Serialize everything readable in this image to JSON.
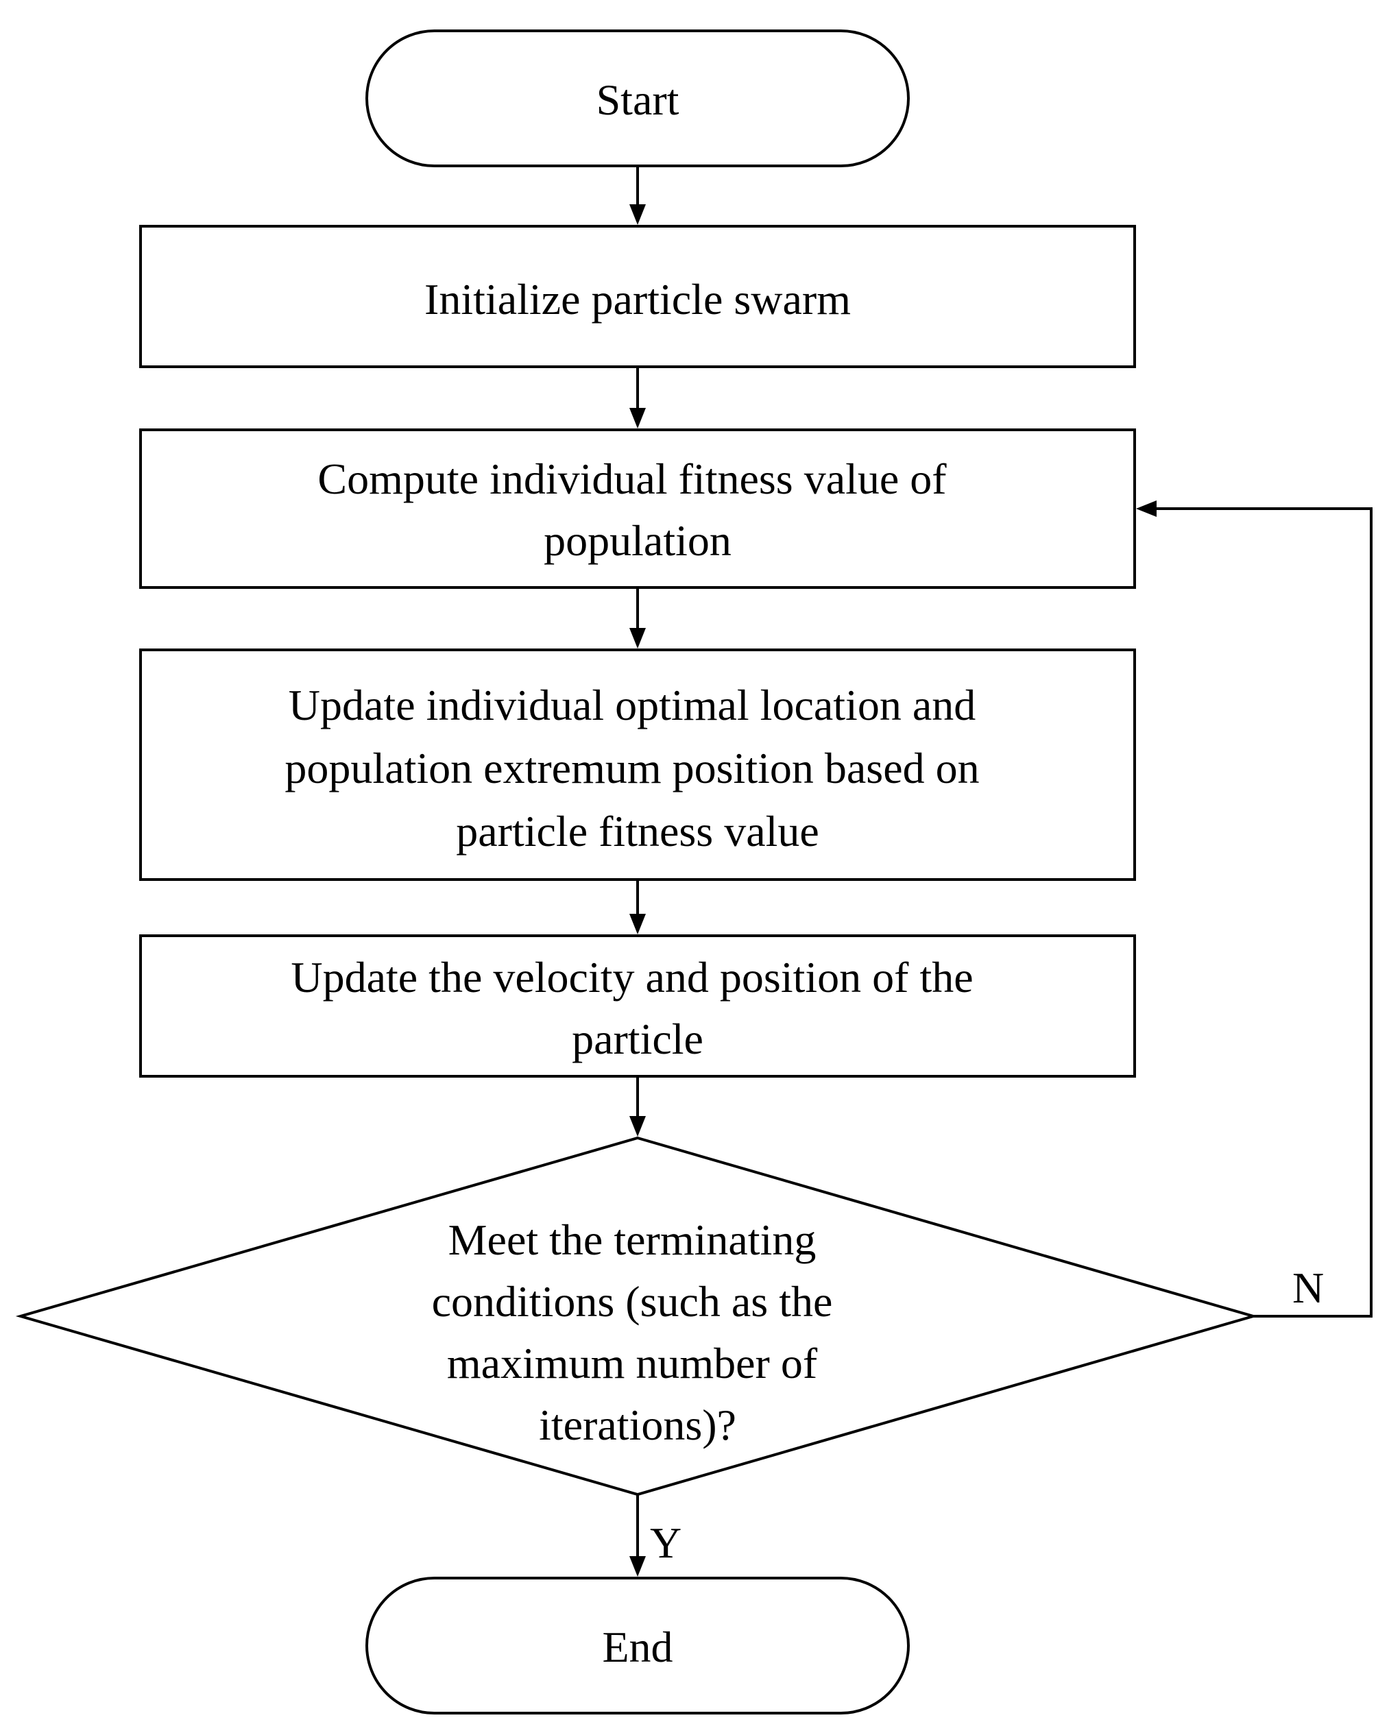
{
  "diagram": {
    "type": "flowchart",
    "colors": {
      "stroke": "#000000",
      "fill": "#ffffff",
      "text": "#000000"
    },
    "nodes": {
      "start": {
        "shape": "terminator",
        "lines": [
          "Start"
        ]
      },
      "init": {
        "shape": "process",
        "lines": [
          "Initialize particle swarm"
        ]
      },
      "fitness": {
        "shape": "process",
        "lines": [
          "Compute individual fitness value of",
          "population"
        ]
      },
      "update_optimal": {
        "shape": "process",
        "lines": [
          "Update individual optimal location and",
          "population extremum position based on",
          "particle fitness value"
        ]
      },
      "update_velocity": {
        "shape": "process",
        "lines": [
          "Update the velocity and position of the",
          "particle"
        ]
      },
      "decision": {
        "shape": "decision",
        "lines": [
          "Meet the terminating",
          "conditions (such as the",
          "maximum number of",
          "iterations)?"
        ]
      },
      "end": {
        "shape": "terminator",
        "lines": [
          "End"
        ]
      }
    },
    "edges": [
      {
        "from": "start",
        "to": "init"
      },
      {
        "from": "init",
        "to": "fitness"
      },
      {
        "from": "fitness",
        "to": "update_optimal"
      },
      {
        "from": "update_optimal",
        "to": "update_velocity"
      },
      {
        "from": "update_velocity",
        "to": "decision"
      },
      {
        "from": "decision",
        "to": "end",
        "label": "Y"
      },
      {
        "from": "decision",
        "to": "fitness",
        "label": "N"
      }
    ]
  }
}
